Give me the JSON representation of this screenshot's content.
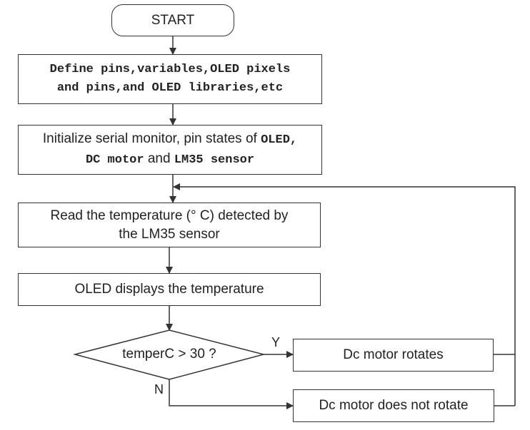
{
  "start": "START",
  "step1": {
    "line1": "Define pins,variables,OLED pixels",
    "line2": "and pins,and OLED libraries,etc"
  },
  "step2": {
    "line1a": "Initialize serial monitor, pin states of",
    "line1b": "OLED,",
    "line2a": "DC motor",
    "line2b": "and",
    "line2c": "LM35 sensor"
  },
  "step3": {
    "line1": "Read the temperature (° C) detected by",
    "line2": "the LM35 sensor"
  },
  "step4": "OLED displays the temperature",
  "decision": "temperC > 30 ?",
  "yes_label": "Y",
  "no_label": "N",
  "yes_action": "Dc motor rotates",
  "no_action": "Dc motor does not rotate",
  "colors": {
    "stroke": "#333333",
    "text": "#222222",
    "background": "#ffffff"
  }
}
